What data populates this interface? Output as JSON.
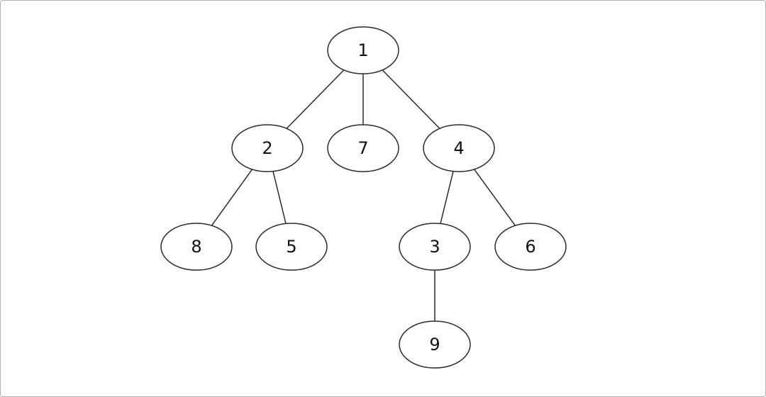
{
  "tree": {
    "nodes": [
      {
        "id": "1",
        "label": "1"
      },
      {
        "id": "2",
        "label": "2"
      },
      {
        "id": "7",
        "label": "7"
      },
      {
        "id": "4",
        "label": "4"
      },
      {
        "id": "8",
        "label": "8"
      },
      {
        "id": "5",
        "label": "5"
      },
      {
        "id": "3",
        "label": "3"
      },
      {
        "id": "6",
        "label": "6"
      },
      {
        "id": "9",
        "label": "9"
      }
    ],
    "edges": [
      {
        "from": "1",
        "to": "2"
      },
      {
        "from": "1",
        "to": "7"
      },
      {
        "from": "1",
        "to": "4"
      },
      {
        "from": "2",
        "to": "8"
      },
      {
        "from": "2",
        "to": "5"
      },
      {
        "from": "4",
        "to": "3"
      },
      {
        "from": "4",
        "to": "6"
      },
      {
        "from": "3",
        "to": "9"
      }
    ]
  }
}
